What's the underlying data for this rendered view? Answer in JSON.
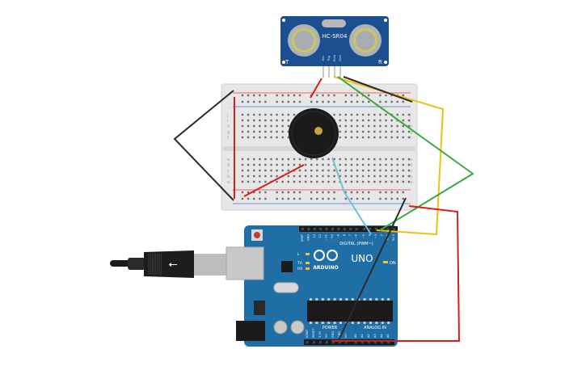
{
  "sensor": {
    "model": "HC-SR04",
    "pins": [
      "Vcc",
      "Trig",
      "Echo",
      "Gnd"
    ],
    "corner_left": "T",
    "corner_right": "R"
  },
  "breadboard": {
    "row_letters_top": [
      "j",
      "i",
      "h",
      "g",
      "f"
    ],
    "row_letters_bottom": [
      "e",
      "d",
      "c",
      "b",
      "a"
    ],
    "rail_plus": "+",
    "rail_minus": "-",
    "column_count": 30
  },
  "arduino": {
    "brand": "ARDUINO",
    "model": "UNO",
    "digital_label": "DIGITAL (PWM~)",
    "analog_label": "ANALOG IN",
    "power_label": "POWER",
    "on_label": "ON",
    "led_labels": [
      "L",
      "TX",
      "RX"
    ],
    "digital_pins": [
      "AREF",
      "GND",
      "13",
      "12",
      "~11",
      "~10",
      "~9",
      "8",
      "7",
      "~6",
      "~5",
      "4",
      "~3",
      "2",
      "TX 1",
      "RX 0"
    ],
    "power_pins": [
      "IOREF",
      "RESET",
      "3.3V",
      "5V",
      "GND",
      "GND",
      "Vin"
    ],
    "analog_pins": [
      "A0",
      "A1",
      "A2",
      "A3",
      "A4",
      "A5"
    ]
  },
  "colors": {
    "board_blue": "#1f6fa6",
    "sensor_blue": "#1c4f8f",
    "wire_red": "#d11f1f",
    "wire_black": "#2b2b2b",
    "wire_yellow": "#e8c316",
    "wire_green": "#3aa83a",
    "wire_cyan": "#6cc3d5"
  }
}
